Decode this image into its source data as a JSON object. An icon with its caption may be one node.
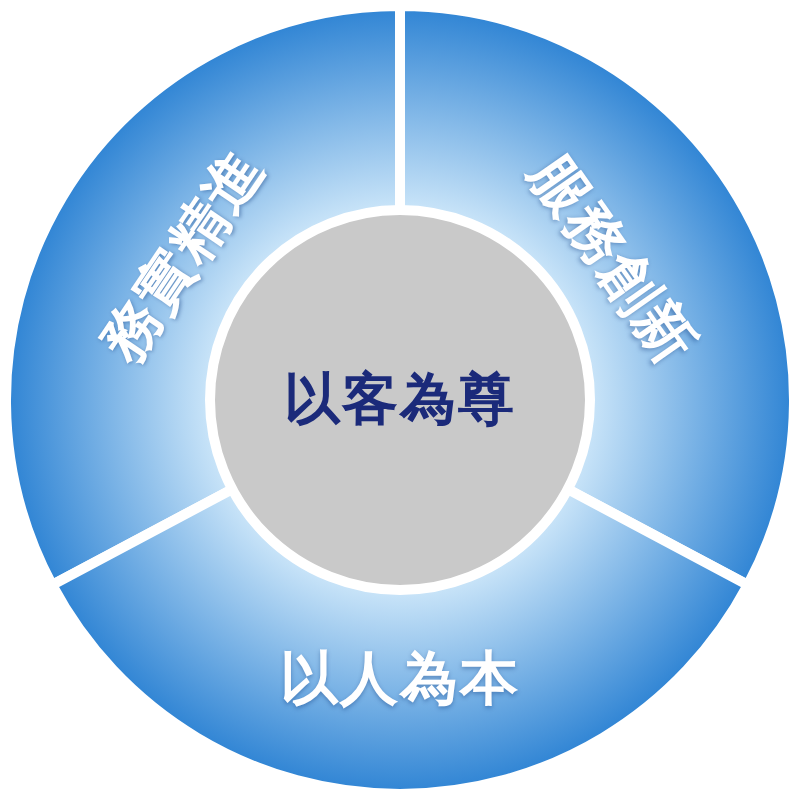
{
  "diagram": {
    "nodes": [
      {
        "text": [
          "務實精進"
        ]
      },
      {
        "text": [
          "服務創新"
        ]
      },
      {
        "text": [
          "以人為本"
        ]
      },
      {
        "text": [
          "以客為尊"
        ]
      }
    ]
  }
}
